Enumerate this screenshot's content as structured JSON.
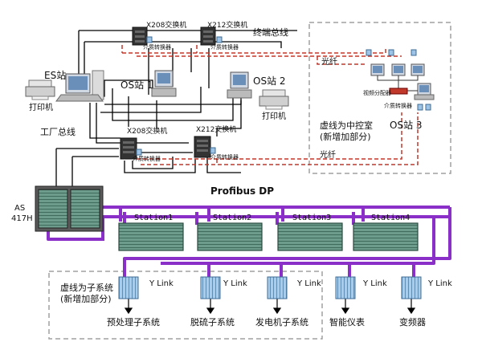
{
  "labels": {
    "terminal_bus": "终端总线",
    "fiber_top": "光纤",
    "fiber_mid": "光纤",
    "es_station": "ES站",
    "os_station_1": "OS站 1",
    "os_station_2": "OS站 2",
    "os_station_3": "OS站 3",
    "printer_left": "打印机",
    "printer_right": "打印机",
    "switch_x208_top": "X208交换机",
    "switch_x212_top": "X212交换机",
    "switch_x208_mid": "X208交换机",
    "switch_x212_mid": "X212交换机",
    "media_converter": "介质转换器",
    "factory_bus": "工厂总线",
    "control_room_note_1": "虚线为中控室",
    "control_room_note_2": "(新增加部分)",
    "video_splitter": "视频分配器",
    "profibus": "Profibus DP",
    "as_line1": "AS",
    "as_line2": "417H",
    "station1": "Station1",
    "station2": "Station2",
    "station3": "Station3",
    "station4": "Station4",
    "ylink": "Y Link",
    "subsystem_note_1": "虚线为子系统",
    "subsystem_note_2": "(新增加部分)",
    "sub_pretreat": "预处理子系统",
    "sub_desulf": "脱硫子系统",
    "sub_generator": "发电机子系统",
    "sub_meter": "智能仪表",
    "sub_inverter": "变频器"
  },
  "colors": {
    "profibus": "#8b2fc9",
    "fiber": "#c0392b",
    "bus": "#000000",
    "dashed_box": "#999999",
    "station": "#5a8a7a",
    "ylink": "#9dc3e6"
  }
}
